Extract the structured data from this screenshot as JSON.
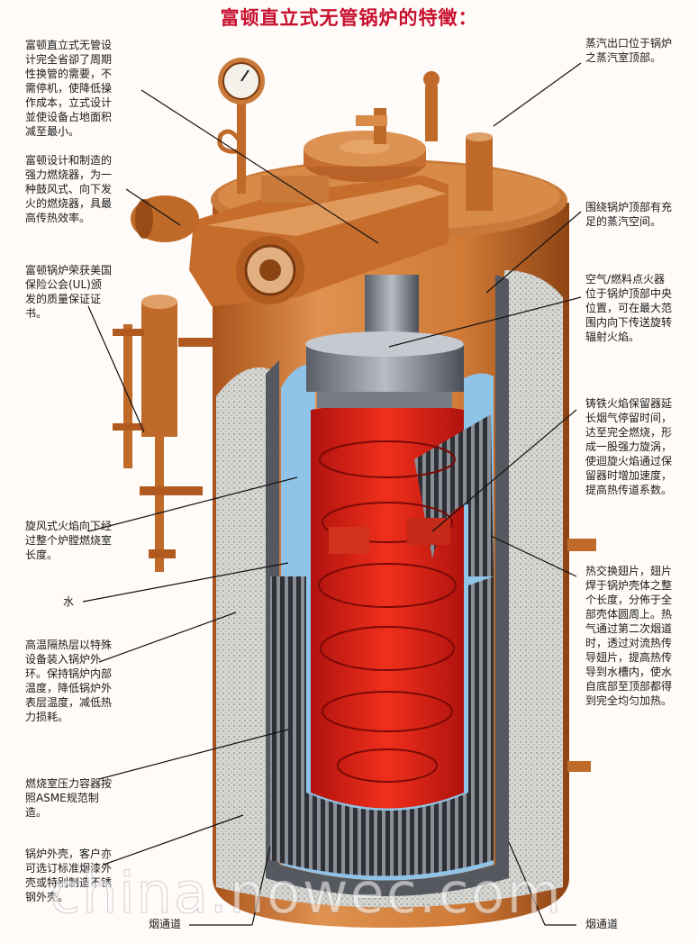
{
  "title": "富顿直立式无管锅炉的特徵：",
  "annotations": {
    "vertical_design": "富顿直立式无管设\n计完全省卻了周期\n性换管的需要，不\n需停机，使降低操\n作成本，立式设计\n並使设备占地面积\n减至最小。",
    "burner": "富顿设计和制造的\n强力燃烧器，为一\n种鼓风式、向下发\n火的燃烧器，具最\n高传热效率。",
    "ul_cert": "富顿锅炉荣获美国\n保险公会(UL)颁\n发的质量保证证\n书。",
    "cyclone_flame": "旋风式火焰向下经\n过整个炉膛燃烧室\n长度。",
    "water": "水",
    "insulation": "高温隔热层以特殊\n设备装入锅炉外\n环。保持锅炉内部\n温度，降低锅炉外\n表层温度，减低热\n力损耗。",
    "asme": "燃烧室压力容器按\n照ASME规范制\n造。",
    "shell": "锅炉外壳，客户亦\n可选订标准烟漆外\n壳或特别制造不锈\n钢外壳。",
    "flue_left": "烟通道",
    "steam_outlet": "蒸汽出口位于锅炉\n之蒸汽室顶部。",
    "steam_space": "围绕锅炉顶部有充\n足的蒸汽空间。",
    "igniter": "空气/燃料点火器\n位于锅炉顶部中央\n位置，可在最大范\n围内向下传送旋转\n辐射火焰。",
    "retarder": "铸铁火焰保留器延\n长烟气停留时间，\n达至完全燃烧，形\n成一股强力旋涡，\n使迴旋火焰通过保\n留器时增加速度，\n提高热传道系数。",
    "fins": "热交换翅片，翅片\n焊于锅炉壳体之整\n个长度，分佈于全\n部壳体圆周上。热\n气通过第二次烟道\n时，透过对流热传\n导翅片，提高热传\n导到水槽内，使水\n自底部至顶部都得\n到完全均匀加热。",
    "flue_right": "烟通道"
  },
  "watermark": "china.nowec.com",
  "colors": {
    "title": "#c8102e",
    "shell": "#c9722e",
    "water": "#8fc3e8",
    "flame": "#e0241b",
    "insulation": "#d8d8d4"
  }
}
